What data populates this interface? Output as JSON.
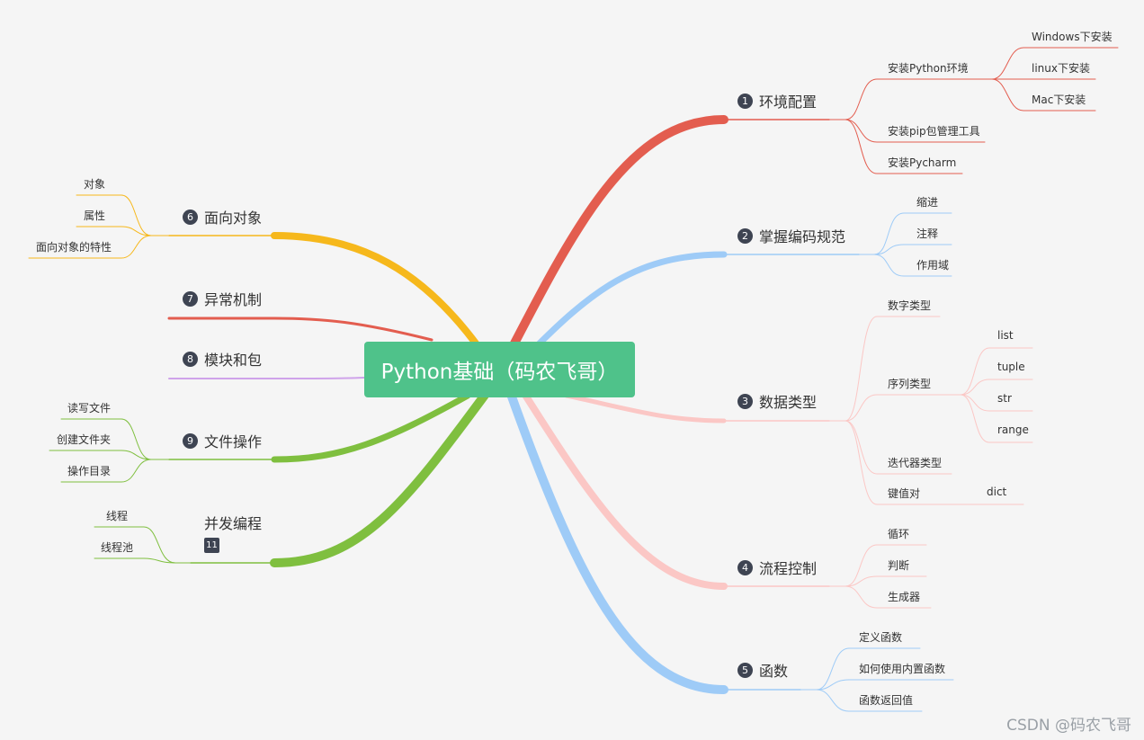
{
  "central": "Python基础（码农飞哥）",
  "colors": {
    "background": "#f5f5f5",
    "central": "#4fc28a",
    "red": "#e35d4f",
    "blue": "#9ecbf7",
    "pink": "#fbc7c5",
    "yellow": "#f6b81c",
    "purple": "#cfa3ea",
    "green": "#7fbf3f",
    "badge": "#3e4452"
  },
  "branches": [
    {
      "num": "1",
      "label": "环境配置",
      "color": "red",
      "children": [
        {
          "label": "安装Python环境",
          "children": [
            "Windows下安装",
            "linux下安装",
            "Mac下安装"
          ]
        },
        {
          "label": "安装pip包管理工具"
        },
        {
          "label": "安装Pycharm"
        }
      ]
    },
    {
      "num": "2",
      "label": "掌握编码规范",
      "color": "blue",
      "children": [
        {
          "label": "缩进"
        },
        {
          "label": "注释"
        },
        {
          "label": "作用域"
        }
      ]
    },
    {
      "num": "3",
      "label": "数据类型",
      "color": "pink",
      "children": [
        {
          "label": "数字类型"
        },
        {
          "label": "序列类型",
          "children": [
            "list",
            "tuple",
            "str",
            "range"
          ]
        },
        {
          "label": "迭代器类型"
        },
        {
          "label": "键值对",
          "children": [
            "dict"
          ]
        }
      ]
    },
    {
      "num": "4",
      "label": "流程控制",
      "color": "pink",
      "children": [
        {
          "label": "循环"
        },
        {
          "label": "判断"
        },
        {
          "label": "生成器"
        }
      ]
    },
    {
      "num": "5",
      "label": "函数",
      "color": "blue",
      "children": [
        {
          "label": "定义函数"
        },
        {
          "label": "如何使用内置函数"
        },
        {
          "label": "函数返回值"
        }
      ]
    },
    {
      "num": "6",
      "label": "面向对象",
      "color": "yellow",
      "children": [
        {
          "label": "对象"
        },
        {
          "label": "属性"
        },
        {
          "label": "面向对象的特性"
        }
      ]
    },
    {
      "num": "7",
      "label": "异常机制",
      "color": "red",
      "children": []
    },
    {
      "num": "8",
      "label": "模块和包",
      "color": "purple",
      "children": []
    },
    {
      "num": "9",
      "label": "文件操作",
      "color": "green",
      "children": [
        {
          "label": "读写文件"
        },
        {
          "label": "创建文件夹"
        },
        {
          "label": "操作目录"
        }
      ]
    },
    {
      "num": "",
      "label": "并发编程",
      "color": "green",
      "badge": "11",
      "children": [
        {
          "label": "线程"
        },
        {
          "label": "线程池"
        }
      ]
    }
  ],
  "watermark": "CSDN @码农飞哥"
}
